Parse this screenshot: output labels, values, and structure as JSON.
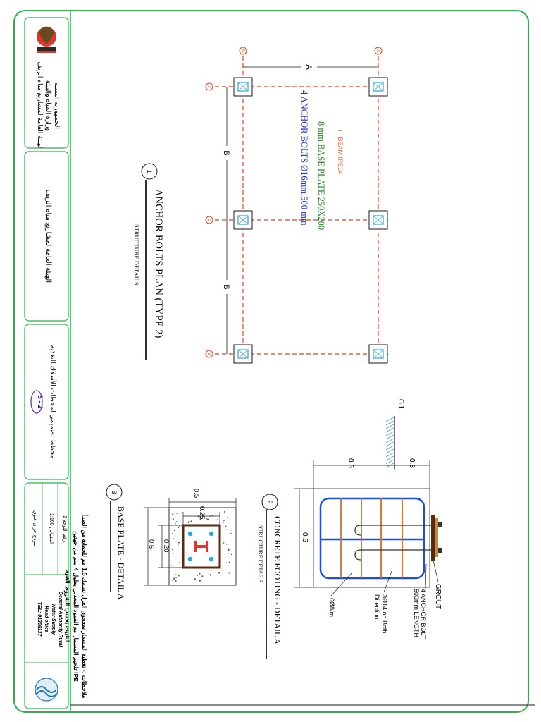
{
  "plan": {
    "title": "ANCHOR BOLTS PLAN (TYPE 2)",
    "subtitle": "STRUCTURE DETAILS",
    "number": "1",
    "beam_label": "I - BEAM IPE14",
    "plate_label": "8 mm BASE PLATE 250X200",
    "bolts_label": "4 ANCHOR  BOLTS  Ø16mm,500 mm",
    "dim_a": "A",
    "dim_b1": "B",
    "dim_b2": "B",
    "grid_letters": [
      "B",
      "A"
    ],
    "grid_numbers": [
      "1",
      "2",
      "3"
    ]
  },
  "footing": {
    "title": "CONCRETE FOOTING - DETAIL A",
    "subtitle": "STRUCTURE DETAILS",
    "number": "2",
    "gl": "G.L.",
    "dim_top": "0.3",
    "dim_depth": "0.5",
    "dim_width": "0.5",
    "grout": "GROUT",
    "anchor_line1": "4 ANCHOR BOLT",
    "anchor_line2": "500mm LENGTH",
    "rebar_line1": "3Ø14 on Both",
    "rebar_line2": "Direction",
    "stirrups": "6Ø8/m"
  },
  "base_plate": {
    "title": "BASE PLATE - DETAIL A",
    "number": "3",
    "dim_05_top": "0.5",
    "dim_025": "0.25",
    "dim_020": "0.20",
    "dim_05_side": "0.5"
  },
  "notes": {
    "line1": "ملاحظات :- تغطية المسمار بمعجون العزل بسمك 1.5 مم للحماية  من الصدأ",
    "line2": "تلحيم المسمار مع العمود المعدني بطول 4 سم من جهتين IPE",
    "line3": "التثبيت بحسب الشروط الفنية"
  },
  "title_block": {
    "republic": "الجمهورية اليمنية",
    "ministry": "وزارة المياه والبيئة",
    "authority": "الهيئة العامة لمشاريع مياه الريف",
    "authority_en_1": "General Authority Rural",
    "authority_en_2": "Water Supply",
    "office": "Head office",
    "tel": "TEL: 01206137",
    "project_title": "الهيئة العامة لمشاريع مياه الريف",
    "drawing_title": "مخطط تصميمي لمحطات الأسلاك للتغذية",
    "sheet_code": "5 - 2",
    "scale": "1:100  المقياس",
    "sheet_no": "رقم اللوحة 2",
    "model": "نموذج خزان علوي"
  },
  "colors": {
    "frame": "#2bb24c",
    "red_lines": "#e8401c",
    "beam_text": "#e85a2a",
    "plate_text": "#1f8a1f",
    "bolt_text": "#1f2fd6",
    "rebar_blue": "#1a4fd8",
    "rebar_orange": "#d96a1e"
  }
}
